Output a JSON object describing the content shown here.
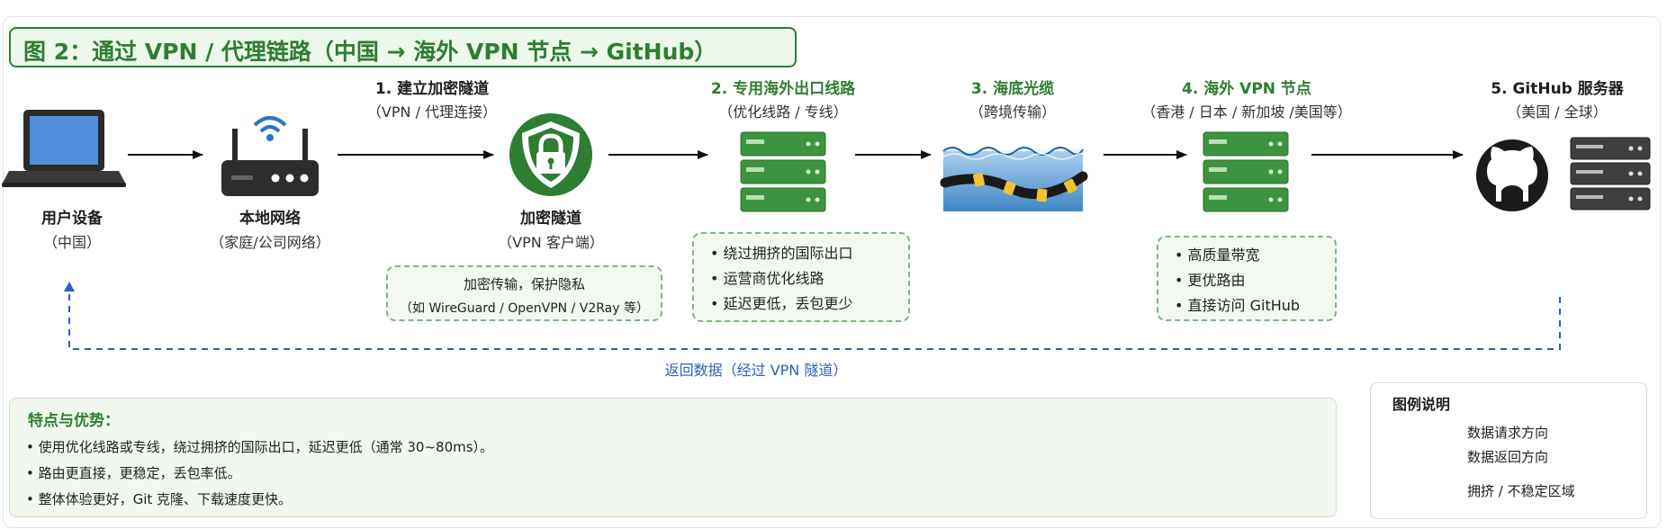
{
  "title": "图 2：通过 VPN / 代理链路（中国 → 海外 VPN 节点 → GitHub）",
  "nodes": {
    "device": {
      "label": "用户设备",
      "sub": "（中国）"
    },
    "router": {
      "label": "本地网络",
      "sub": "（家庭/公司网络）"
    },
    "tunnel": {
      "step": "1. 建立加密隧道",
      "step_sub": "（VPN / 代理连接）",
      "label": "加密隧道",
      "sub": "（VPN 客户端）"
    },
    "exit": {
      "step": "2. 专用海外出口线路",
      "step_sub": "（优化线路 / 专线）"
    },
    "cable": {
      "step": "3. 海底光缆",
      "step_sub": "（跨境传输）"
    },
    "vpn_node": {
      "step": "4. 海外 VPN 节点",
      "step_sub": "（香港 / 日本 / 新加坡 /美国等）"
    },
    "github": {
      "step": "5. GitHub 服务器",
      "step_sub": "（美国 / 全球）"
    }
  },
  "notes": {
    "tunnel": [
      "加密传输，保护隐私",
      "（如 WireGuard / OpenVPN / V2Ray 等）"
    ],
    "exit": [
      "•  绕过拥挤的国际出口",
      "•  运营商优化线路",
      "•  延迟更低，丢包更少"
    ],
    "vpn_node": [
      "•  高质量带宽",
      "•  更优路由",
      "•  直接访问 GitHub"
    ]
  },
  "return_label": "返回数据（经过 VPN 隧道）",
  "features": {
    "title": "特点与优势：",
    "items": [
      "•  使用优化线路或专线，绕过拥挤的国际出口，延迟更低（通常 30~80ms）。",
      "•  路由更直接，更稳定，丢包率低。",
      "•  整体体验更好，Git  克隆、下载速度更快。"
    ]
  },
  "legend": {
    "title": "图例说明",
    "items": [
      "数据请求方向",
      "数据返回方向",
      "拥挤 / 不稳定区域"
    ]
  },
  "colors": {
    "accent_green": "#2e7d32",
    "return_blue": "#2e5fb8",
    "congestion_red": "#e57373"
  }
}
